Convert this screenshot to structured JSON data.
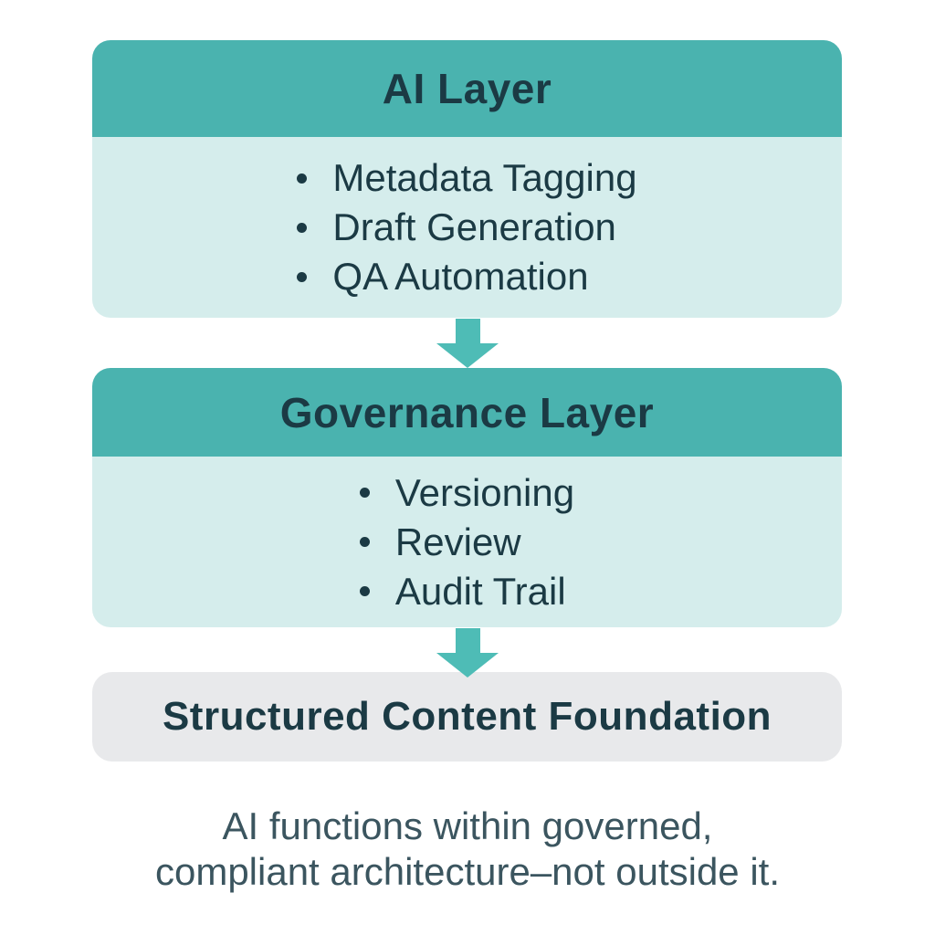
{
  "colors": {
    "header_teal": "#4ab3af",
    "body_teal": "#d5edec",
    "arrow_teal": "#4ebcb6",
    "foundation_gray": "#e8e9eb",
    "dark_text": "#1b3a44",
    "caption_text": "#3b555f",
    "background": "#ffffff"
  },
  "layers": [
    {
      "title": "AI Layer",
      "items": [
        "Metadata Tagging",
        "Draft Generation",
        "QA Automation"
      ]
    },
    {
      "title": "Governance Layer",
      "items": [
        "Versioning",
        "Review",
        "Audit Trail"
      ]
    }
  ],
  "foundation": {
    "label": "Structured Content Foundation"
  },
  "caption": {
    "line1": "AI functions within governed,",
    "line2": "compliant architecture–not outside it."
  }
}
